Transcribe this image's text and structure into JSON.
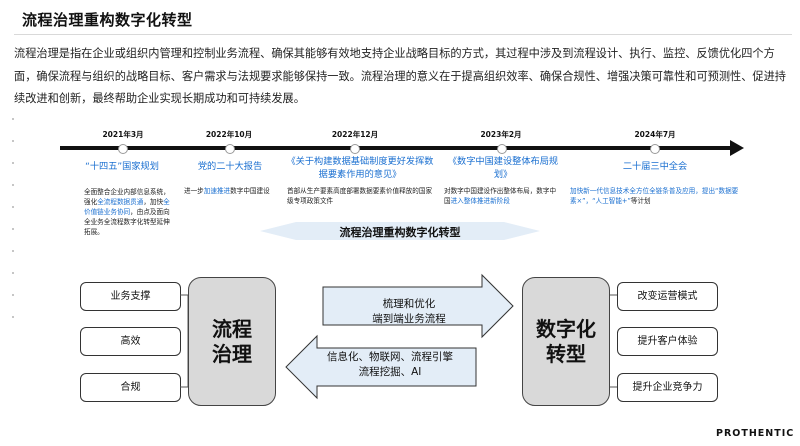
{
  "title": "流程治理重构数字化转型",
  "intro": "流程治理是指在企业或组织内管理和控制业务流程、确保其能够有效地支持企业战略目标的方式，其过程中涉及到流程设计、执行、监控、反馈优化四个方面，确保流程与组织的战略目标、客户需求与法规要求能够保持一致。流程治理的意义在于提高组织效率、确保合规性、增强决策可靠性和可预测性、促进持续改进和创新，最终帮助企业实现长期成功和可持续发展。",
  "timeline": {
    "events": [
      {
        "date": "2021年3月",
        "title": "“十四五”国家规划",
        "desc": [
          "全面整合企业内部信息系统，强化",
          "全流程数据贯通",
          "，加快",
          "全价值链业务协同",
          "，由点及面向全业务全流程数字化转型延伸拓展。"
        ]
      },
      {
        "date": "2022年10月",
        "title": "党的二十大报告",
        "desc": [
          "进一步",
          "加速推进",
          "数字中国建设"
        ]
      },
      {
        "date": "2022年12月",
        "title": "《关于构建数据基础制度更好发挥数据要素作用的意见》",
        "desc": [
          "首部从生产要素高度部署数据要素价值释放的国家级专项政策文件"
        ]
      },
      {
        "date": "2023年2月",
        "title": "《数字中国建设整体布局规划》",
        "desc": [
          "对数字中国建设作出整体布局，数字中国",
          "进入整体推进新阶段"
        ]
      },
      {
        "date": "2024年7月",
        "title": "二十届三中全会",
        "desc": [
          "加快新一代信息技术全方位全链条普及应用，提出“数据要素×”，“人工智能+”",
          "等计划"
        ]
      }
    ]
  },
  "diagram": {
    "heading": "流程治理重构数字化转型",
    "left_items": [
      "业务支撑",
      "高效",
      "合规"
    ],
    "left_center": [
      "流程",
      "治理"
    ],
    "right_center": [
      "数字化",
      "转型"
    ],
    "right_items": [
      "改变运营模式",
      "提升客户体验",
      "提升企业竞争力"
    ],
    "forward_arrow": [
      "梳理和优化",
      "端到端业务流程"
    ],
    "backward_arrow": [
      "信息化、物联网、流程引擎",
      "流程挖掘、AI"
    ]
  },
  "brand": "PROTHENTIC",
  "colors": {
    "accent": "#1a6fd0",
    "arrow_fill": "#e3edf7",
    "box_fill": "#d9d9d9"
  }
}
